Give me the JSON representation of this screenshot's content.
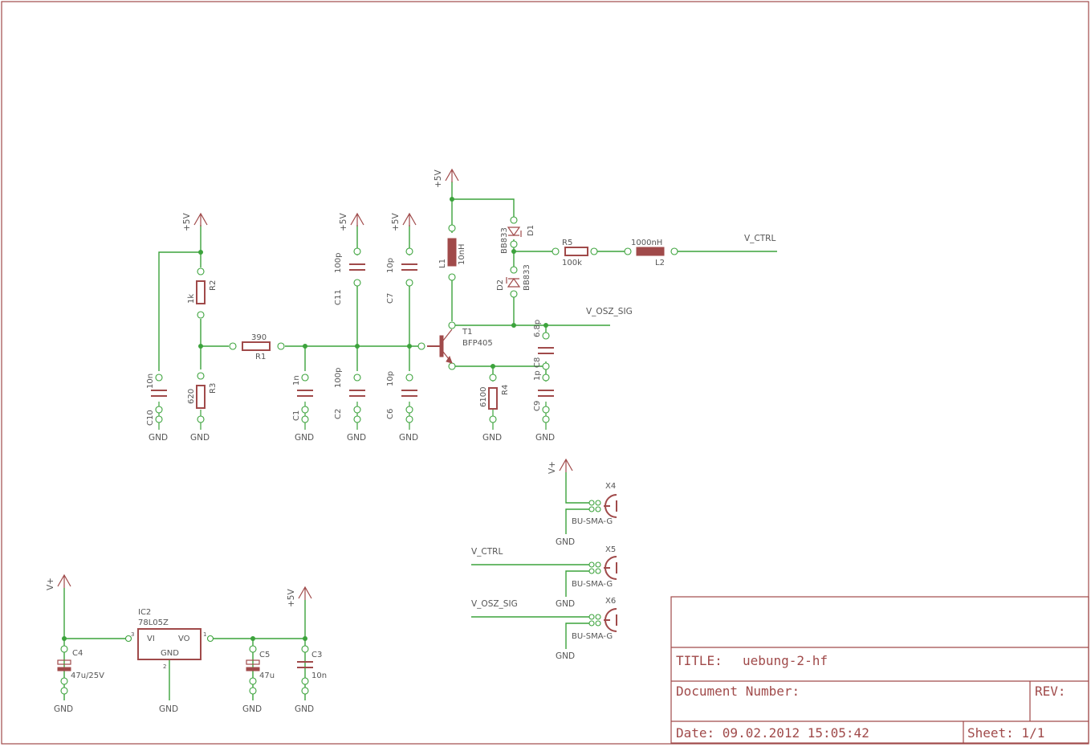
{
  "title_block": {
    "title_label": "TITLE:",
    "title_value": "uebung-2-hf",
    "docnum_label": "Document Number:",
    "rev_label": "REV:",
    "date_label": "Date: 09.02.2012 15:05:42",
    "sheet_label": "Sheet: 1/1"
  },
  "supply": {
    "p5v": "+5V",
    "vplus": "V+",
    "gnd": "GND"
  },
  "nets": {
    "v_ctrl": "V_CTRL",
    "v_osz_sig": "V_OSZ_SIG"
  },
  "parts": {
    "R1": {
      "name": "R1",
      "value": "390"
    },
    "R2": {
      "name": "R2",
      "value": "1k"
    },
    "R3": {
      "name": "R3",
      "value": "620"
    },
    "R4": {
      "name": "R4",
      "value": "6100"
    },
    "R5": {
      "name": "R5",
      "value": "100k"
    },
    "C1": {
      "name": "C1",
      "value": "1n"
    },
    "C2": {
      "name": "C2",
      "value": "100p"
    },
    "C3": {
      "name": "C3",
      "value": "10n"
    },
    "C4": {
      "name": "C4",
      "value": "47u/25V"
    },
    "C5": {
      "name": "C5",
      "value": "47u"
    },
    "C6": {
      "name": "C6",
      "value": "10p"
    },
    "C7": {
      "name": "C7",
      "value": "10p"
    },
    "C8": {
      "name": "C8",
      "value": "1p"
    },
    "C9": {
      "name": "C9",
      "value": "6.8p"
    },
    "C10": {
      "name": "C10",
      "value": "10n"
    },
    "C11": {
      "name": "C11",
      "value": "100p"
    },
    "L1": {
      "name": "L1",
      "value": "10nH"
    },
    "L2": {
      "name": "L2",
      "value": "1000nH"
    },
    "D1": {
      "name": "D1",
      "value": "BB833"
    },
    "D2": {
      "name": "D2",
      "value": "BB833"
    },
    "T1": {
      "name": "T1",
      "value": "BFP405"
    },
    "IC2": {
      "name": "IC2",
      "value": "78L05Z",
      "pin_vi": "VI",
      "pin_vo": "VO",
      "pin_gnd": "GND"
    },
    "X4": {
      "name": "X4",
      "value": "BU-SMA-G"
    },
    "X5": {
      "name": "X5",
      "value": "BU-SMA-G"
    },
    "X6": {
      "name": "X6",
      "value": "BU-SMA-G"
    }
  },
  "colors": {
    "frame": "#a04a4a",
    "wire": "#3ca33c",
    "text": "#555555"
  }
}
